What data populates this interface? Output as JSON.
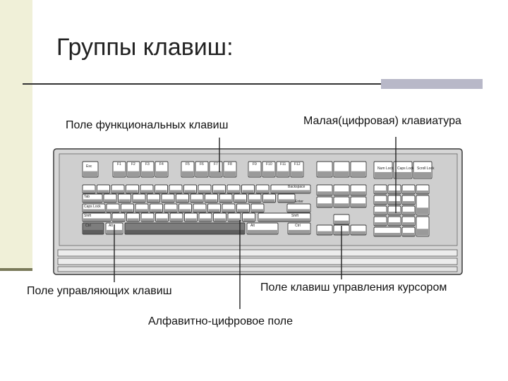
{
  "slide": {
    "title": "Группы клавиш:"
  },
  "labels": {
    "function_keys": "Поле функциональных клавиш",
    "numeric_keypad": "Малая(цифровая) клавиатура",
    "control_keys": "Поле управляющих клавиш",
    "cursor_keys": "Поле клавиш управления курсором",
    "alphanumeric": "Алфавитно-цифровое поле"
  },
  "keyboard": {
    "key_labels": {
      "esc": "Esc",
      "f1": "F1",
      "f2": "F2",
      "f3": "F3",
      "f4": "F4",
      "f5": "F5",
      "f6": "F6",
      "f7": "F7",
      "f8": "F8",
      "f9": "F9",
      "f10": "F10",
      "f11": "F11",
      "f12": "F12",
      "tab": "Tab",
      "caps_lock": "Caps Lock",
      "shift": "Shift",
      "ctrl": "Ctrl",
      "alt": "Alt",
      "enter": "Enter",
      "backspace": "Backspace",
      "num_lock": "Num Lock",
      "caps_lock_ind": "Caps Lock",
      "scroll_lock": "Scroll Lock"
    }
  },
  "colors": {
    "keyboard_body": "#d6d6d6",
    "key_face": "#ffffff",
    "key_dark": "#7d7d7d",
    "stroke": "#3a3a3a"
  }
}
